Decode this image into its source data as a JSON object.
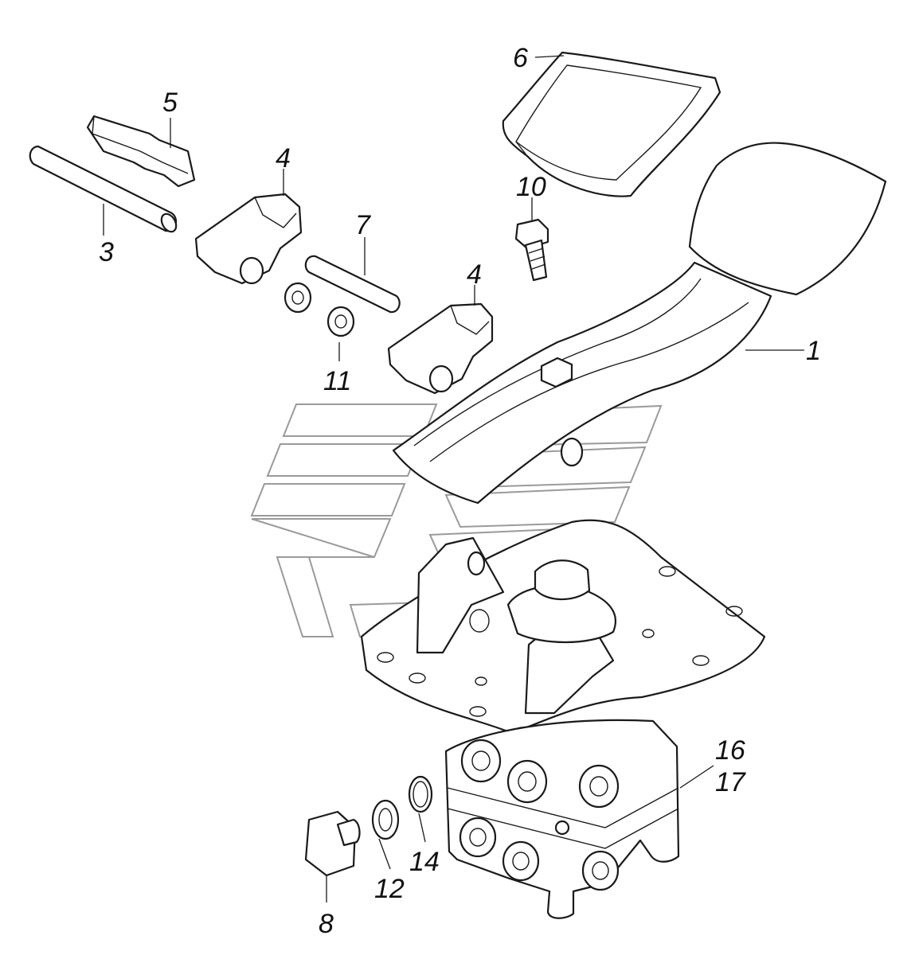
{
  "callouts": [
    {
      "id": "c1",
      "text": "1"
    },
    {
      "id": "c3",
      "text": "3"
    },
    {
      "id": "c4a",
      "text": "4"
    },
    {
      "id": "c4b",
      "text": "4"
    },
    {
      "id": "c5",
      "text": "5"
    },
    {
      "id": "c6",
      "text": "6"
    },
    {
      "id": "c7",
      "text": "7"
    },
    {
      "id": "c8",
      "text": "8"
    },
    {
      "id": "c10",
      "text": "10"
    },
    {
      "id": "c11",
      "text": "11"
    },
    {
      "id": "c12",
      "text": "12"
    },
    {
      "id": "c14",
      "text": "14"
    },
    {
      "id": "c16",
      "text": "16"
    },
    {
      "id": "c17",
      "text": "17"
    }
  ],
  "colors": {
    "line": "#1a1a1a",
    "watermark": "#9a9a9a",
    "background": "#ffffff"
  }
}
